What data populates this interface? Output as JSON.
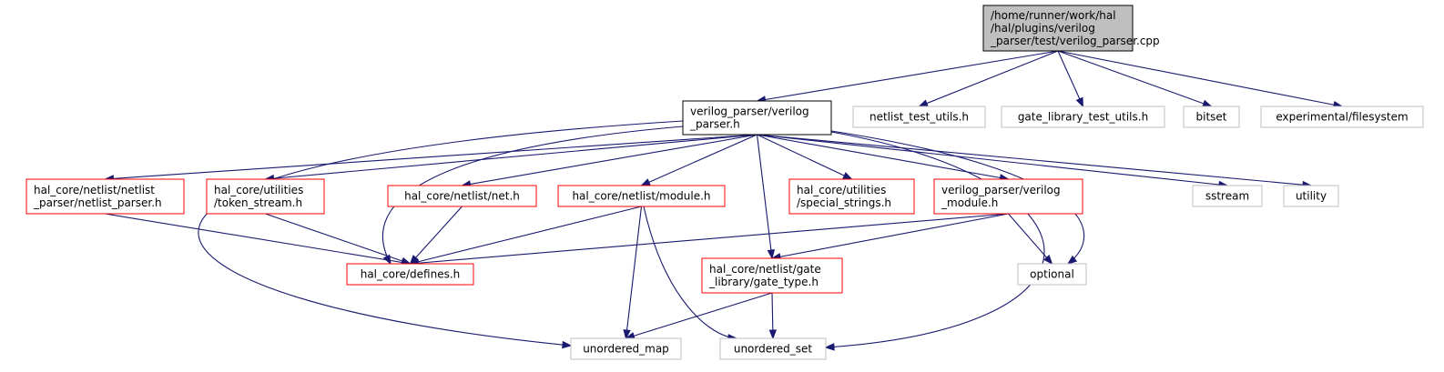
{
  "colors": {
    "root_fill": "#bfbfbf",
    "root_border": "#000000",
    "main_border": "#000000",
    "documented_border": "#ff0000",
    "external_border": "#bfbfbf",
    "edge": "#191970"
  },
  "nodes": {
    "root": {
      "lines": [
        "/home/runner/work/hal",
        "/hal/plugins/verilog",
        "_parser/test/verilog_parser.cpp"
      ],
      "kind": "root"
    },
    "verilog_parser_h": {
      "lines": [
        "verilog_parser/verilog",
        "_parser.h"
      ],
      "kind": "main"
    },
    "netlist_test_utils": {
      "lines": [
        "netlist_test_utils.h"
      ],
      "kind": "external"
    },
    "gate_library_test_utils": {
      "lines": [
        "gate_library_test_utils.h"
      ],
      "kind": "external"
    },
    "bitset": {
      "lines": [
        "bitset"
      ],
      "kind": "external"
    },
    "experimental_filesystem": {
      "lines": [
        "experimental/filesystem"
      ],
      "kind": "external"
    },
    "netlist_parser": {
      "lines": [
        "hal_core/netlist/netlist",
        "_parser/netlist_parser.h"
      ],
      "kind": "documented"
    },
    "token_stream": {
      "lines": [
        "hal_core/utilities",
        "/token_stream.h"
      ],
      "kind": "documented"
    },
    "net_h": {
      "lines": [
        "hal_core/netlist/net.h"
      ],
      "kind": "documented"
    },
    "module_h": {
      "lines": [
        "hal_core/netlist/module.h"
      ],
      "kind": "documented"
    },
    "special_strings": {
      "lines": [
        "hal_core/utilities",
        "/special_strings.h"
      ],
      "kind": "documented"
    },
    "verilog_module": {
      "lines": [
        "verilog_parser/verilog",
        "_module.h"
      ],
      "kind": "documented"
    },
    "sstream": {
      "lines": [
        "sstream"
      ],
      "kind": "external"
    },
    "utility": {
      "lines": [
        "utility"
      ],
      "kind": "external"
    },
    "defines": {
      "lines": [
        "hal_core/defines.h"
      ],
      "kind": "documented"
    },
    "gate_type": {
      "lines": [
        "hal_core/netlist/gate",
        "_library/gate_type.h"
      ],
      "kind": "documented"
    },
    "optional": {
      "lines": [
        "optional"
      ],
      "kind": "external"
    },
    "unordered_map": {
      "lines": [
        "unordered_map"
      ],
      "kind": "external"
    },
    "unordered_set": {
      "lines": [
        "unordered_set"
      ],
      "kind": "external"
    }
  },
  "edges": [
    [
      "root",
      "verilog_parser_h"
    ],
    [
      "root",
      "netlist_test_utils"
    ],
    [
      "root",
      "gate_library_test_utils"
    ],
    [
      "root",
      "bitset"
    ],
    [
      "root",
      "experimental_filesystem"
    ],
    [
      "verilog_parser_h",
      "netlist_parser"
    ],
    [
      "verilog_parser_h",
      "token_stream"
    ],
    [
      "verilog_parser_h",
      "net_h"
    ],
    [
      "verilog_parser_h",
      "module_h"
    ],
    [
      "verilog_parser_h",
      "special_strings"
    ],
    [
      "verilog_parser_h",
      "verilog_module"
    ],
    [
      "verilog_parser_h",
      "sstream"
    ],
    [
      "verilog_parser_h",
      "utility"
    ],
    [
      "verilog_parser_h",
      "defines"
    ],
    [
      "verilog_parser_h",
      "gate_type"
    ],
    [
      "verilog_parser_h",
      "optional"
    ],
    [
      "verilog_parser_h",
      "unordered_map"
    ],
    [
      "verilog_parser_h",
      "unordered_set"
    ],
    [
      "netlist_parser",
      "defines"
    ],
    [
      "token_stream",
      "defines"
    ],
    [
      "net_h",
      "defines"
    ],
    [
      "module_h",
      "defines"
    ],
    [
      "module_h",
      "unordered_map"
    ],
    [
      "module_h",
      "unordered_set"
    ],
    [
      "verilog_module",
      "defines"
    ],
    [
      "verilog_module",
      "gate_type"
    ],
    [
      "verilog_module",
      "optional"
    ],
    [
      "gate_type",
      "unordered_map"
    ],
    [
      "gate_type",
      "unordered_set"
    ]
  ]
}
